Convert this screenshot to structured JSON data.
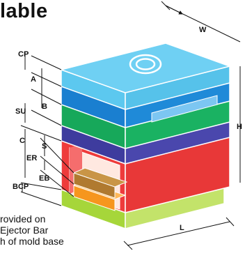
{
  "title": "lable",
  "note_lines": [
    "rovided on",
    "Ejector Bar",
    "h of mold base"
  ],
  "dimension_labels": {
    "CP": "CP",
    "A": "A",
    "B": "B",
    "SU": "SU",
    "C": "C",
    "S": "S",
    "ER": "ER",
    "EB": "EB",
    "BCP": "BCP",
    "W": "W",
    "H": "H",
    "L": "L"
  },
  "colors": {
    "clamp_plate_top": "#5cc8ef",
    "a_plate": "#1a7fd0",
    "b_plate": "#17a85a",
    "support_plate": "#3e3c9e",
    "ejector_housing": "#ee3b3b",
    "ejector_retainer": "#b07a30",
    "ejector_bar": "#f6961e",
    "bottom_clamp_plate": "#a6d63a"
  }
}
